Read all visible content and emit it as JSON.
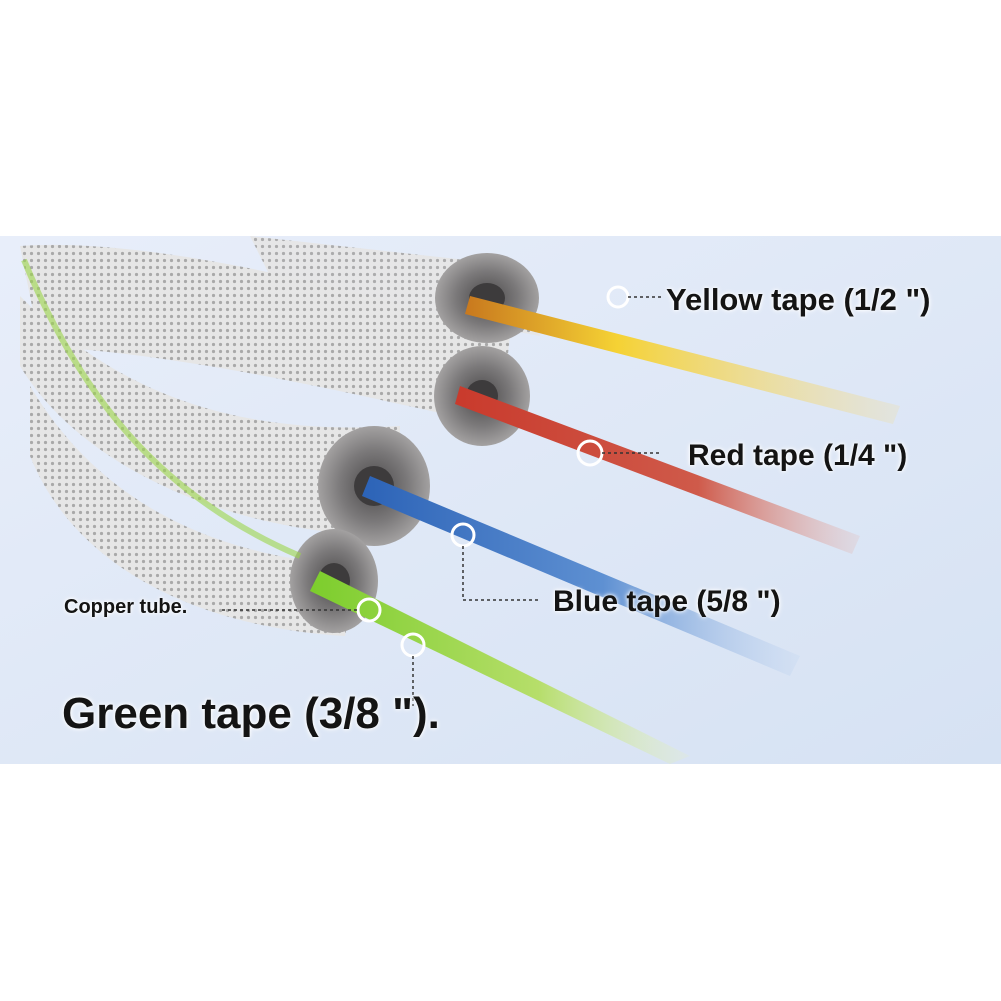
{
  "callouts": {
    "yellow": "Yellow tape (1/2 \")",
    "red": "Red tape (1/4 \")",
    "blue": "Blue tape (5/8 \")",
    "copper": "Copper tube.",
    "green": "Green tape (3/8 \")."
  },
  "colors": {
    "background": "#dfe9f7",
    "insulation": "#e3e3e3",
    "foam": "#8c8a8a",
    "yellow_tape": "#f2c81e",
    "red_tape": "#d2332a",
    "blue_tape": "#2f6fc8",
    "green_tape": "#7fcf2d",
    "copper": "#d9875a"
  }
}
